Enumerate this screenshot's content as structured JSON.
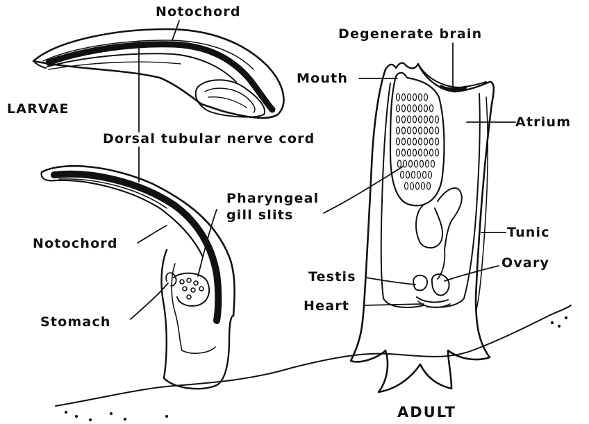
{
  "labels": {
    "notochord_top": "Notochord",
    "larvae": "LARVAE",
    "dorsal_nerve_cord": "Dorsal tubular nerve cord",
    "notochord_lower": "Notochord",
    "pharyngeal_line1": "Pharyngeal",
    "pharyngeal_line2": "gill slits",
    "stomach": "Stomach",
    "degenerate_brain": "Degenerate brain",
    "mouth": "Mouth",
    "atrium": "Atrium",
    "tunic": "Tunic",
    "ovary": "Ovary",
    "testis": "Testis",
    "heart": "Heart",
    "adult": "ADULT"
  },
  "colors": {
    "ink": "#111111",
    "paper": "#ffffff"
  }
}
